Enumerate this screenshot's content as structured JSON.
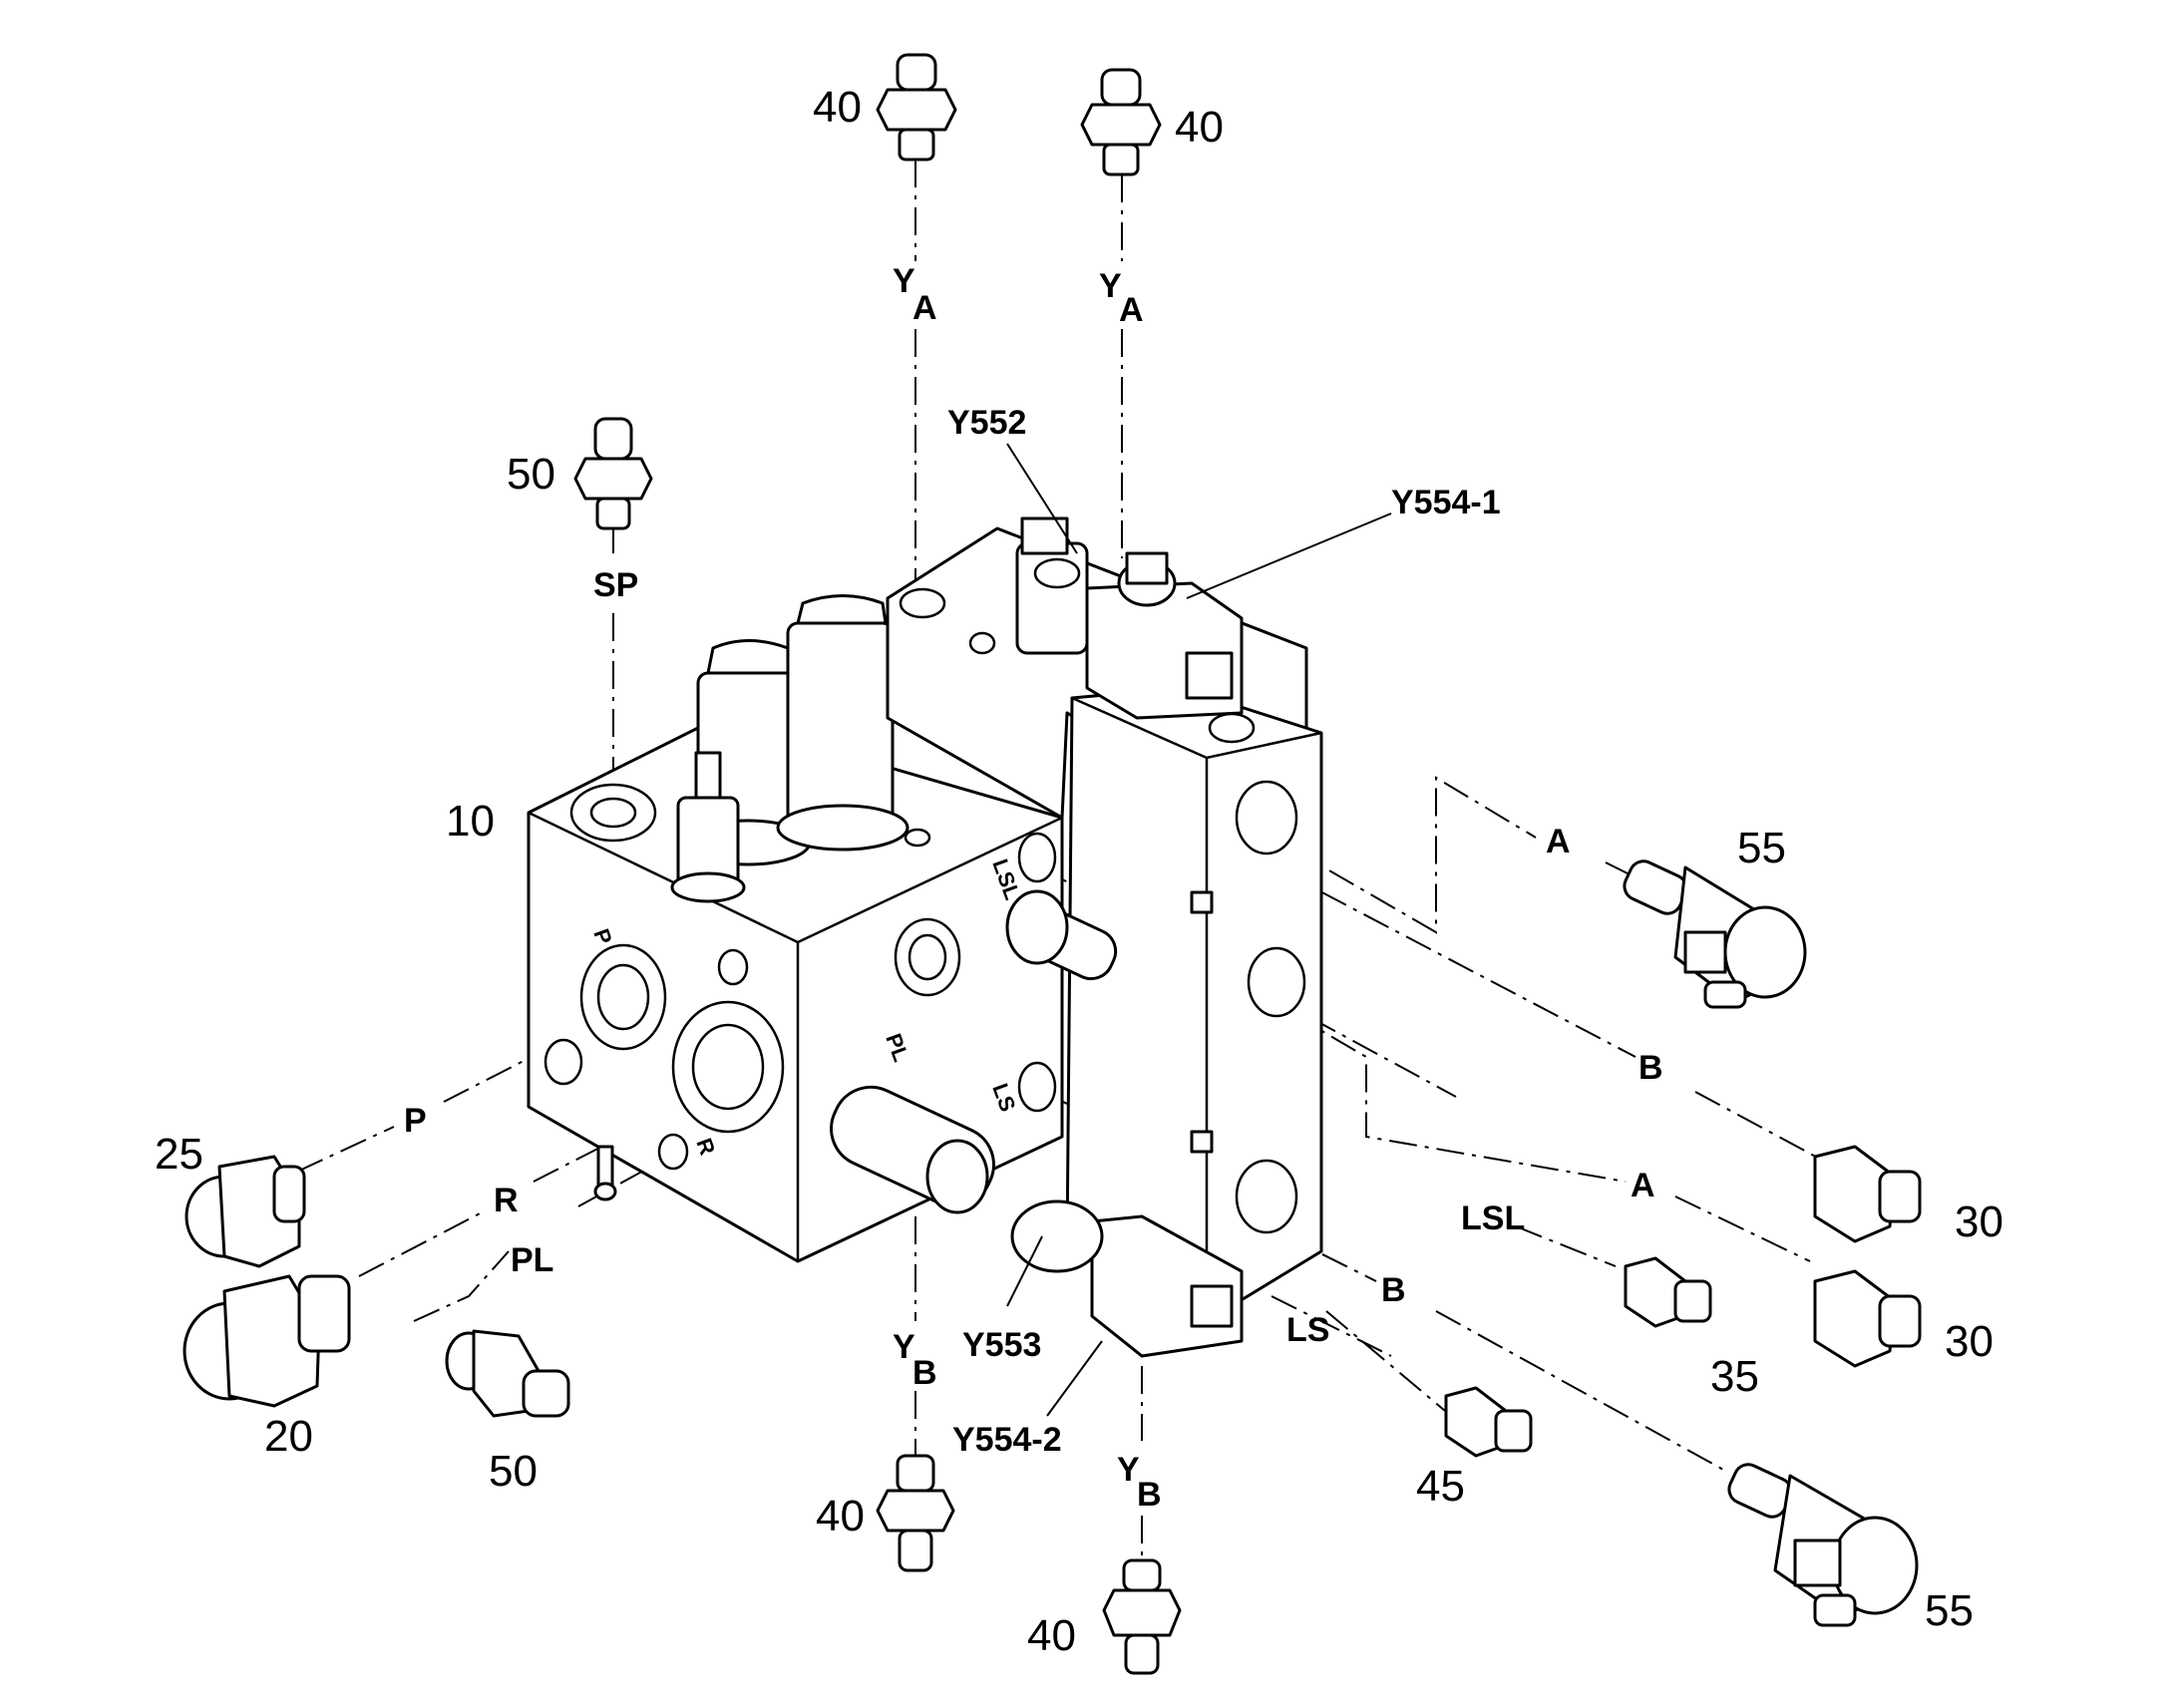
{
  "item_numbers": {
    "n10": "10",
    "n20": "20",
    "n25": "25",
    "n30a": "30",
    "n30b": "30",
    "n35": "35",
    "n40a": "40",
    "n40b": "40",
    "n40c": "40",
    "n40d": "40",
    "n45": "45",
    "n50a": "50",
    "n50b": "50",
    "n55a": "55",
    "n55b": "55"
  },
  "line_labels": {
    "ya1": "Y",
    "ya1_sub": "A",
    "ya2": "Y",
    "ya2_sub": "A",
    "yb1": "Y",
    "yb1_sub": "B",
    "yb2": "Y",
    "yb2_sub": "B",
    "sp": "SP",
    "p": "P",
    "r": "R",
    "pl": "PL",
    "a1": "A",
    "b1": "B",
    "a2": "A",
    "b2": "B",
    "lsl": "LSL",
    "ls": "LS"
  },
  "components": {
    "y552": "Y552",
    "y553": "Y553",
    "y554_1": "Y554-1",
    "y554_2": "Y554-2"
  },
  "port_markings": {
    "p": "P",
    "pl": "PL",
    "r": "R",
    "lsl": "LSL",
    "ls": "LS"
  }
}
